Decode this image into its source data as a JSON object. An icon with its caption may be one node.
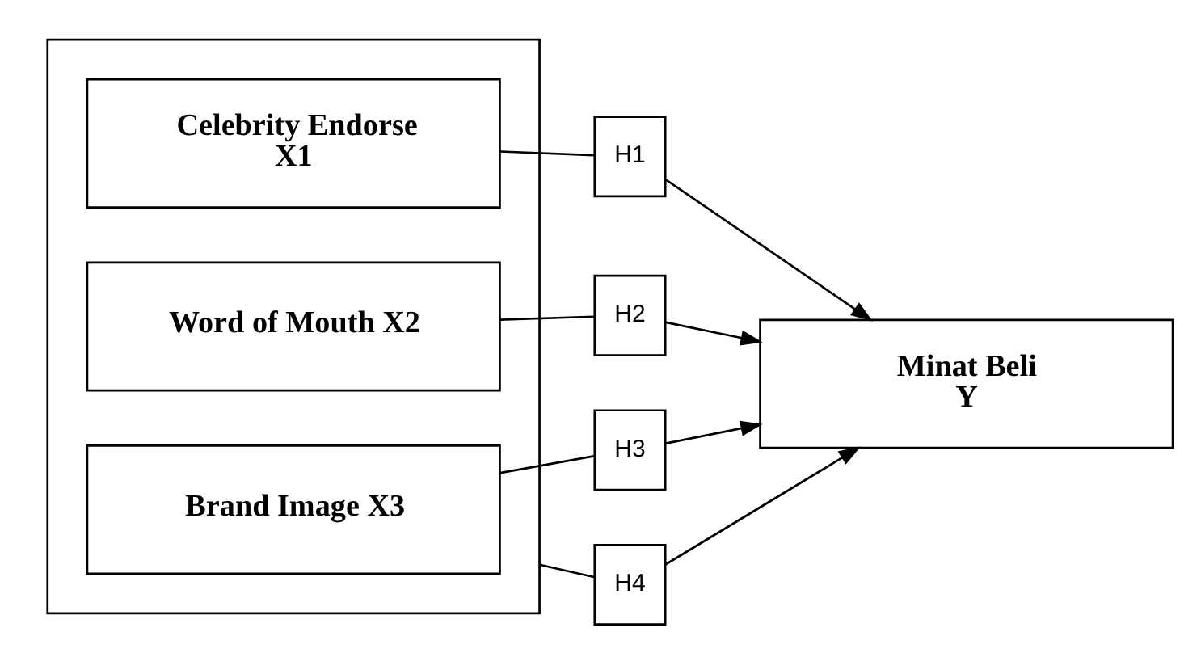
{
  "diagram": {
    "nodes": [
      {
        "text": [],
        "shape": "box"
      },
      {
        "text": [
          "Celebrity Endorse",
          "X1"
        ],
        "in": 0
      },
      {
        "text": [
          "Word of Mouth X2"
        ],
        "in": 0
      },
      {
        "text": [
          "Brand Image X3"
        ],
        "in": 0
      },
      {
        "text": [
          "H1"
        ]
      },
      {
        "text": [
          "H2"
        ]
      },
      {
        "text": [
          "H3"
        ]
      },
      {
        "text": [
          "H4"
        ]
      },
      {
        "text": [
          "Minat Beli",
          "Y"
        ]
      }
    ],
    "edges": [
      {
        "from": 1,
        "to": 4,
        "arrow": "none"
      },
      {
        "from": 4,
        "to": 8,
        "arrow": "to"
      },
      {
        "from": 2,
        "to": 5,
        "arrow": "none"
      },
      {
        "from": 5,
        "to": 8,
        "arrow": "to"
      },
      {
        "from": 3,
        "to": 6,
        "arrow": "none"
      },
      {
        "from": 6,
        "to": 8,
        "arrow": "to"
      },
      {
        "from": 0,
        "to": 7,
        "arrow": "none"
      },
      {
        "from": 7,
        "to": 8,
        "arrow": "to"
      }
    ]
  }
}
